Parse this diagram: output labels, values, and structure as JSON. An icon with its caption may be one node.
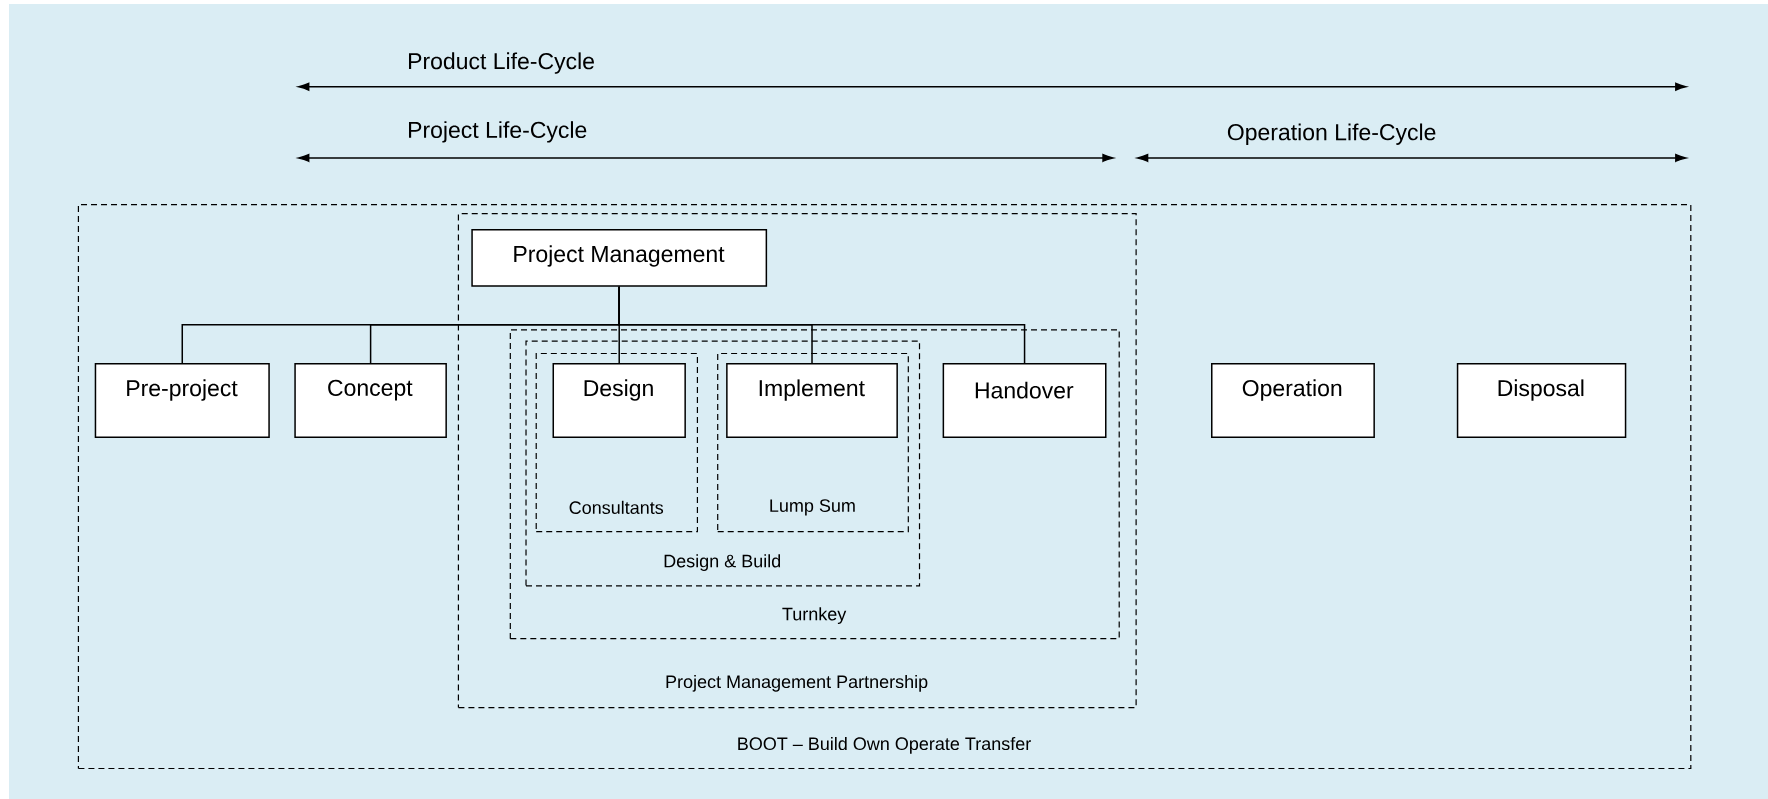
{
  "diagram": {
    "nodes": [
      {
        "text": [
          "BOOT – Build Own Operate Transfer"
        ]
      },
      {
        "text": [
          "Project Management Partnership"
        ],
        "in": 0
      },
      {
        "text": [
          "Project Management"
        ],
        "in": 1
      },
      {
        "text": [
          "Pre-project"
        ],
        "in": 0
      },
      {
        "text": [
          "Concept"
        ],
        "in": 0
      },
      {
        "text": [
          "Turnkey"
        ],
        "in": 1
      },
      {
        "text": [
          "Design & Build"
        ],
        "in": 5
      },
      {
        "text": [
          "Consultants"
        ],
        "in": 6
      },
      {
        "text": [
          "Design"
        ],
        "in": 7
      },
      {
        "text": [
          "Lump Sum"
        ],
        "in": 6
      },
      {
        "text": [
          "Implement"
        ],
        "in": 9
      },
      {
        "text": [
          "Handover"
        ],
        "in": 5
      },
      {
        "text": [
          "Operation"
        ],
        "in": 0
      },
      {
        "text": [
          "Disposal"
        ],
        "in": 0
      }
    ],
    "edges": [
      {
        "from": 2,
        "to": 3,
        "arrow": "none"
      },
      {
        "from": 2,
        "to": 4,
        "arrow": "none"
      },
      {
        "from": 2,
        "to": 8,
        "arrow": "none"
      },
      {
        "from": 2,
        "to": 10,
        "arrow": "none"
      },
      {
        "from": 2,
        "to": 11,
        "arrow": "none"
      }
    ],
    "labels": [
      "Product Life-Cycle",
      "Project Life-Cycle",
      "Operation Life-Cycle"
    ]
  }
}
